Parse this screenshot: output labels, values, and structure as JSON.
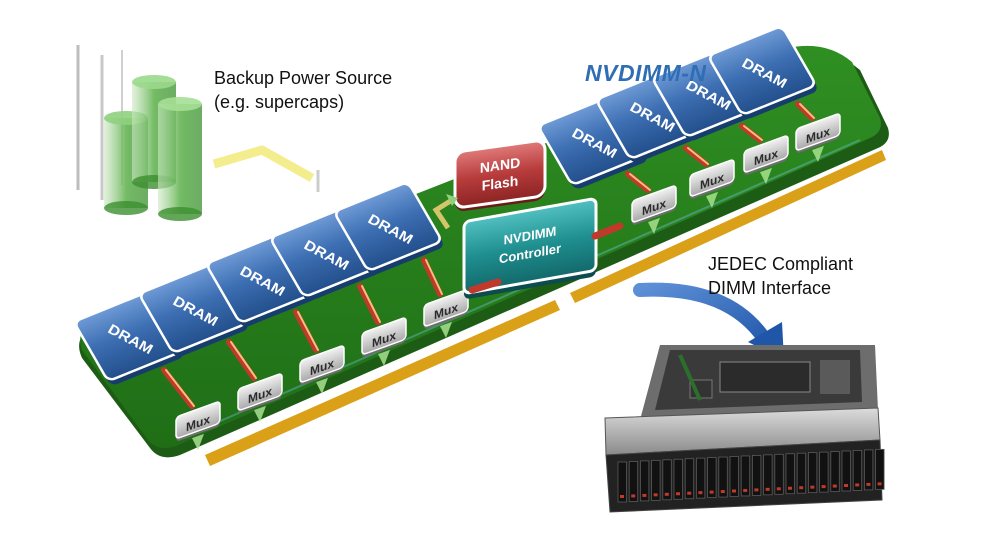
{
  "title": "NVDIMM-N",
  "backup": {
    "line1": "Backup Power Source",
    "line2": "(e.g. supercaps)"
  },
  "jedec": {
    "line1": "JEDEC Compliant",
    "line2": "DIMM Interface"
  },
  "chips": {
    "dram": "DRAM",
    "mux": "Mux",
    "nand_line1": "NAND",
    "nand_line2": "Flash",
    "ctrl_line1": "NVDIMM",
    "ctrl_line2": "Controller"
  },
  "colors": {
    "pcb": "#2e8a22",
    "dram": "#2f5f9e",
    "nand": "#b23a3a",
    "controller": "#1b8c8c",
    "contacts": "#d9a018",
    "title": "#2f6db5"
  },
  "icons": [
    "supercap-icon",
    "power-arrow-icon",
    "server-icon",
    "interface-arrow-icon"
  ]
}
